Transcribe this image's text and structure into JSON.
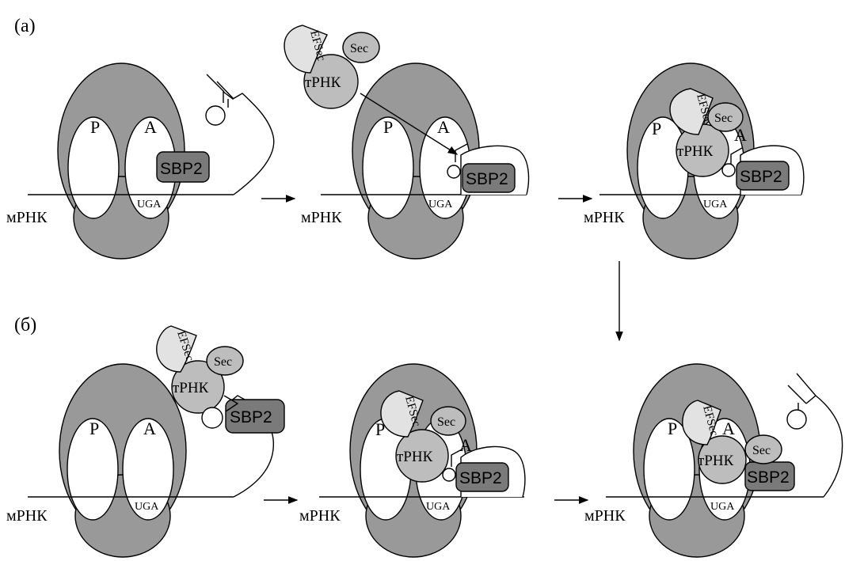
{
  "panel_labels": {
    "a": "(a)",
    "b": "(б)"
  },
  "labels": {
    "site_p": "P",
    "site_a": "A",
    "mrna": "мРНК",
    "codon": "UGA",
    "sbp2": "SBP2",
    "trna": "тРНК",
    "sec": "Sec",
    "efsec": "EFSec"
  },
  "colors": {
    "ribosome": "#999999",
    "trna": "#bdbdbd",
    "efsec": "#e2e2e2",
    "sbp2": "#7a7a7a"
  }
}
